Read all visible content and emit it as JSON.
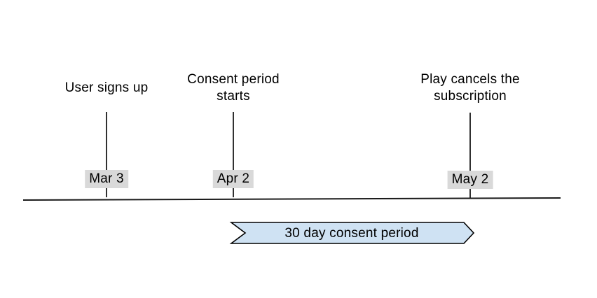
{
  "colors": {
    "background": "#ffffff",
    "text": "#000000",
    "line": "#1a1a1a",
    "date_badge_bg": "#d9d9d9",
    "period_fill": "#cfe2f3",
    "period_stroke": "#000000"
  },
  "events": [
    {
      "label": "User signs up",
      "date": "Mar 3"
    },
    {
      "label": "Consent period\nstarts",
      "date": "Apr 2"
    },
    {
      "label": "Play cancels the\nsubscription",
      "date": "May 2"
    }
  ],
  "period": {
    "label": "30 day consent period",
    "from_date": "Apr 2",
    "to_date": "May 2"
  }
}
